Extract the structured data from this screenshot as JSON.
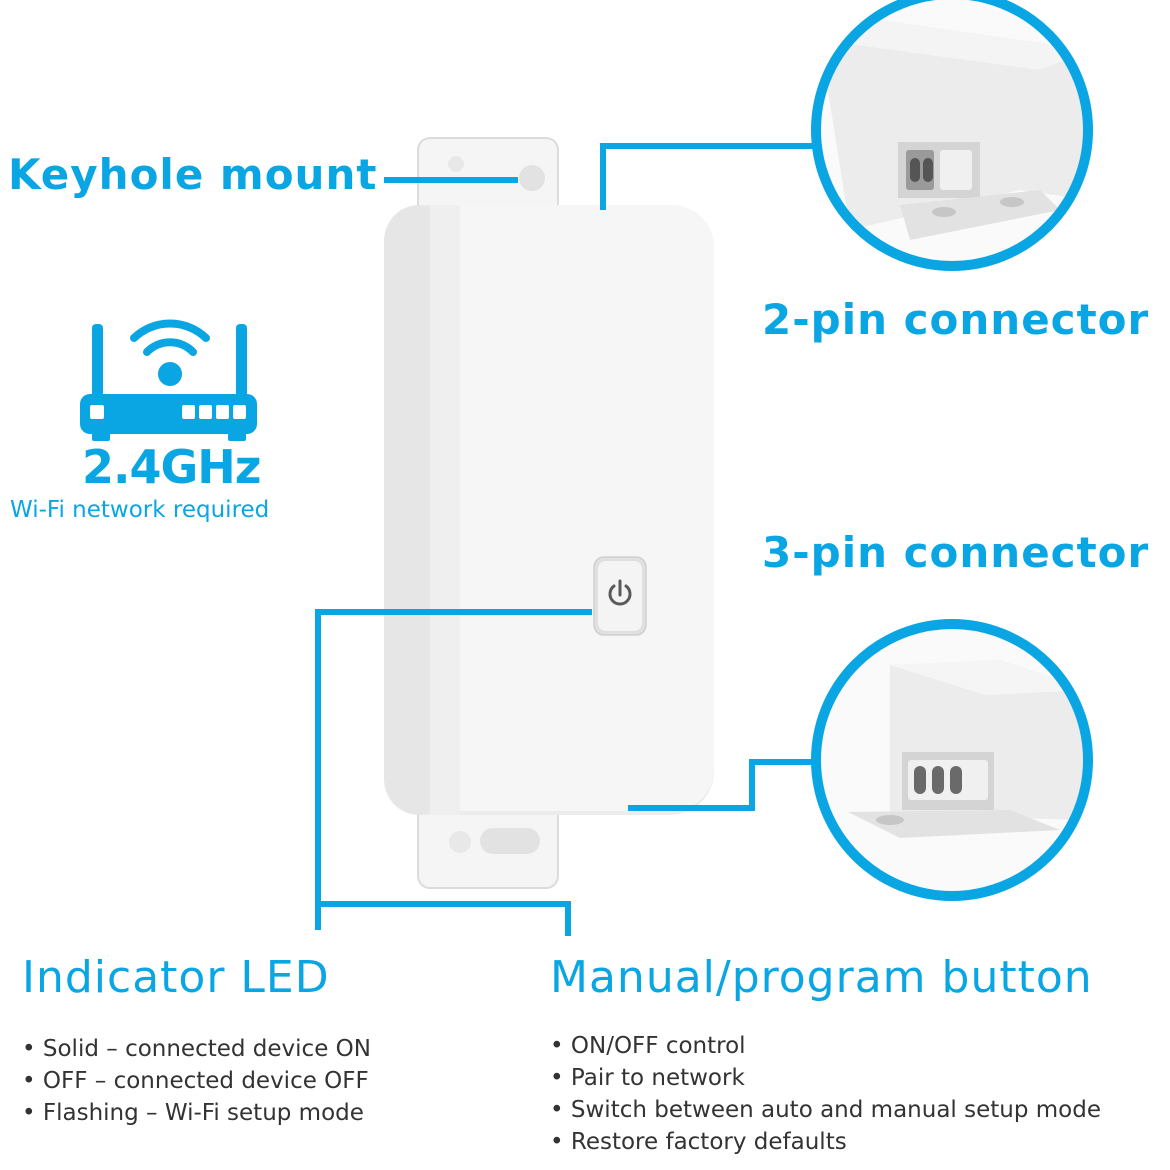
{
  "labels": {
    "keyhole_mount": "Keyhole mount",
    "two_pin_connector": "2-pin connector",
    "three_pin_connector": "3-pin connector"
  },
  "wifi_badge": {
    "frequency": "2.4GHz",
    "requirement": "Wi-Fi network required",
    "icon": "wifi-router-icon"
  },
  "indicator_led": {
    "title": "Indicator LED",
    "items": [
      "Solid – connected device ON",
      "OFF – connected device OFF",
      "Flashing – Wi-Fi setup mode"
    ]
  },
  "manual_button": {
    "title": "Manual/program button",
    "icon": "power-icon",
    "items": [
      "ON/OFF control",
      "Pair to network",
      "Switch between auto and manual setup mode",
      "Restore factory defaults"
    ]
  },
  "colors": {
    "accent": "#0aa6e3",
    "device_body": "#f2f2f2",
    "device_shadow": "#dcdcdc",
    "bullet_text": "#333333"
  }
}
